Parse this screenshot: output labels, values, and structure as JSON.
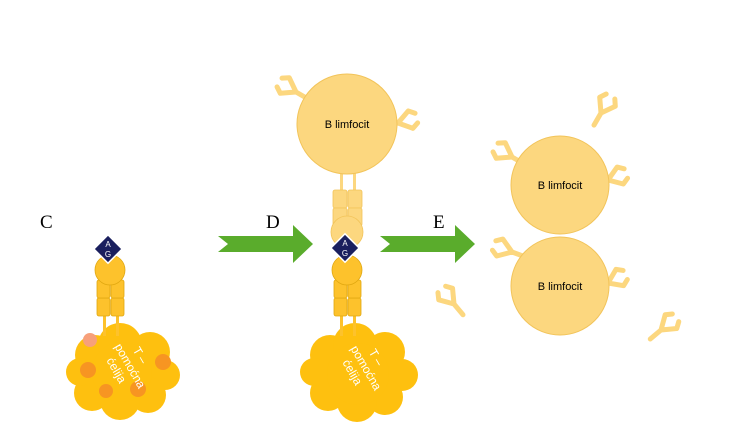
{
  "steps": {
    "c": "C",
    "d": "D",
    "e": "E"
  },
  "antigen": {
    "top": "A",
    "bottom": "G"
  },
  "t_cell": {
    "line1": "T –",
    "line2": "pomoćna",
    "line3": "ćelija"
  },
  "b_cell_label": "B limfocit",
  "colors": {
    "cell_pale": "#fcd77f",
    "cell_pale_stroke": "#f2c45a",
    "receptor": "#fdc22c",
    "receptor_stroke": "#e0a710",
    "antibody": "#fcd77f",
    "antigen": "#1a1f5e",
    "arrow": "#5aac2c",
    "t_cell": "#fec00f",
    "spot": "#f79522"
  }
}
